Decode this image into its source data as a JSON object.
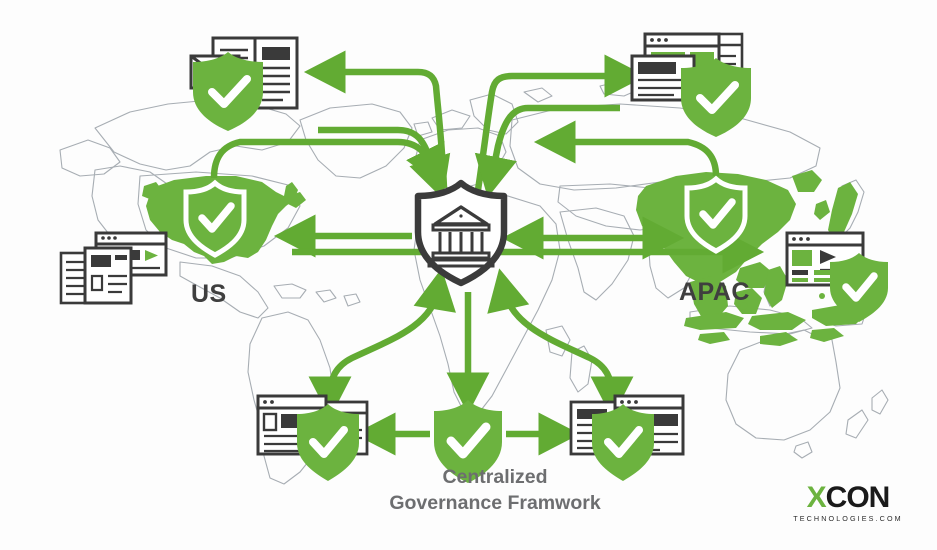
{
  "diagram": {
    "title": "Centralized Governance Framework world map",
    "background_color": "#fdfdfd",
    "map_outline_color": "#9aa0a6",
    "region_fill_color": "#6cb33f",
    "arrow_color": "#62ab33",
    "shield_green": "#6cb33f",
    "shield_dark": "#3b3b3b",
    "icon_dark": "#3a3a3a"
  },
  "regions": [
    {
      "id": "us",
      "label": "US",
      "shield": "shield-check-icon"
    },
    {
      "id": "apac",
      "label": "APAC",
      "shield": "shield-check-icon"
    }
  ],
  "center": {
    "icon": "shield-bank-icon",
    "shield_color": "#3b3b3b",
    "building_color": "#3b3b3b"
  },
  "caption": {
    "line1": "Centralized",
    "line2": "Governance Framwork"
  },
  "nodes": [
    {
      "id": "top-left",
      "icon": "newspaper-envelope-icon",
      "badge": "shield-check-icon"
    },
    {
      "id": "top-right",
      "icon": "browser-windows-icon",
      "badge": "shield-check-icon"
    },
    {
      "id": "left",
      "icon": "browser-play-news-icon",
      "badge": "none"
    },
    {
      "id": "right",
      "icon": "browser-media-icon",
      "badge": "shield-check-icon"
    },
    {
      "id": "bottom-left",
      "icon": "browser-documents-icon",
      "badge": "shield-check-icon"
    },
    {
      "id": "bottom-center",
      "icon": "shield-check-icon",
      "badge": "none"
    },
    {
      "id": "bottom-right",
      "icon": "documents-browser-icon",
      "badge": "shield-check-icon"
    }
  ],
  "connectors": [
    {
      "from": "center",
      "to": "top-left",
      "direction": "one-way"
    },
    {
      "from": "top-left-area",
      "to": "center",
      "direction": "one-way"
    },
    {
      "from": "center",
      "to": "top-right",
      "direction": "one-way"
    },
    {
      "from": "top-right-area",
      "to": "center",
      "direction": "one-way"
    },
    {
      "from": "us",
      "to": "center",
      "direction": "one-way"
    },
    {
      "from": "center",
      "to": "us",
      "direction": "one-way"
    },
    {
      "from": "left",
      "to": "right",
      "direction": "one-way"
    },
    {
      "from": "center",
      "to": "apac",
      "direction": "two-way"
    },
    {
      "from": "apac",
      "to": "center",
      "direction": "one-way"
    },
    {
      "from": "center",
      "to": "bottom-left",
      "direction": "two-way"
    },
    {
      "from": "center",
      "to": "bottom-center",
      "direction": "one-way"
    },
    {
      "from": "center",
      "to": "bottom-right",
      "direction": "two-way"
    },
    {
      "from": "bottom-center",
      "to": "bottom-left",
      "direction": "one-way"
    },
    {
      "from": "bottom-center",
      "to": "bottom-right",
      "direction": "one-way"
    }
  ],
  "logo": {
    "word_x": "X",
    "word_con": "CON",
    "subtitle": "TECHNOLOGIES.COM",
    "x_color": "#6cb33f",
    "con_color": "#1a1a1a"
  }
}
